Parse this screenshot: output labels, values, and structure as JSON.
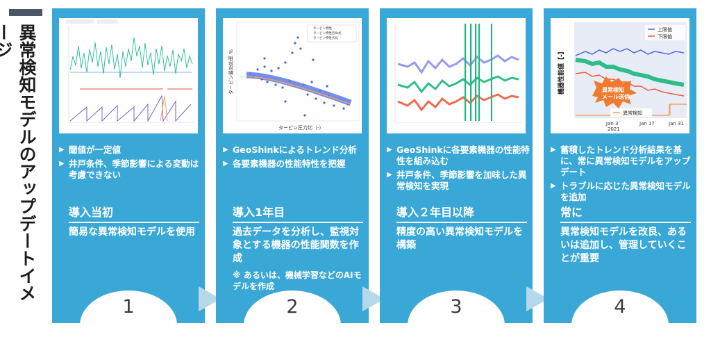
{
  "side_title": "異常検知モデルのアップデートイメージ",
  "panels": [
    {
      "bullets": [
        "閾値が一定値",
        "井戸条件、季節影響による変動は考慮できない"
      ],
      "stage_title": "導入当初",
      "stage_desc": "簡易な異常検知モデルを使用",
      "number": "1"
    },
    {
      "bullets": [
        "GeoShinkによるトレンド分析",
        "各要素機器の性能特性を把握"
      ],
      "stage_title": "導入1年目",
      "stage_desc": "過去データを分析し、監視対象とする機器の性能関数を作成",
      "note": "※ あるいは、機械学習などのAIモデルを作成",
      "number": "2",
      "chart": {
        "ylabel": "タービン最効効率 %",
        "xlabel": "タービン圧力比（-）",
        "legend": [
          "タービン特性",
          "タービン特性近似式",
          "タービン特性劣化"
        ]
      }
    },
    {
      "bullets": [
        "GeoShinkに各要素機器の性能特性を組み込む",
        "井戸条件、季節影響を加味した異常検知を実現"
      ],
      "stage_title": "導入２年目以降",
      "stage_desc": "精度の高い異常検知モデルを構築",
      "number": "3"
    },
    {
      "bullets": [
        "蓄積したトレンド分析結果を基に、常に異常検知モデルをアップデート",
        "トラブルに応じた異常検知モデルを追加"
      ],
      "stage_title": "常に",
      "stage_desc": "異常検知モデルを改良、あるいは追加し、管理していくことが重要",
      "number": "4",
      "chart": {
        "ylabel": "機器性能値【-】",
        "legend_upper": "上限値",
        "legend_lower": "下限値",
        "legend_anomaly": "異常検知",
        "callout_line1": "異常検知",
        "callout_line2": "メール送信",
        "ticks": [
          "Jan 3",
          "Jan 17",
          "Jan 31"
        ],
        "year": "2021"
      }
    }
  ],
  "colors": {
    "panel": "#3aa8d7",
    "arrow": "#b5d9ea",
    "sidebar": "#4d5566"
  }
}
